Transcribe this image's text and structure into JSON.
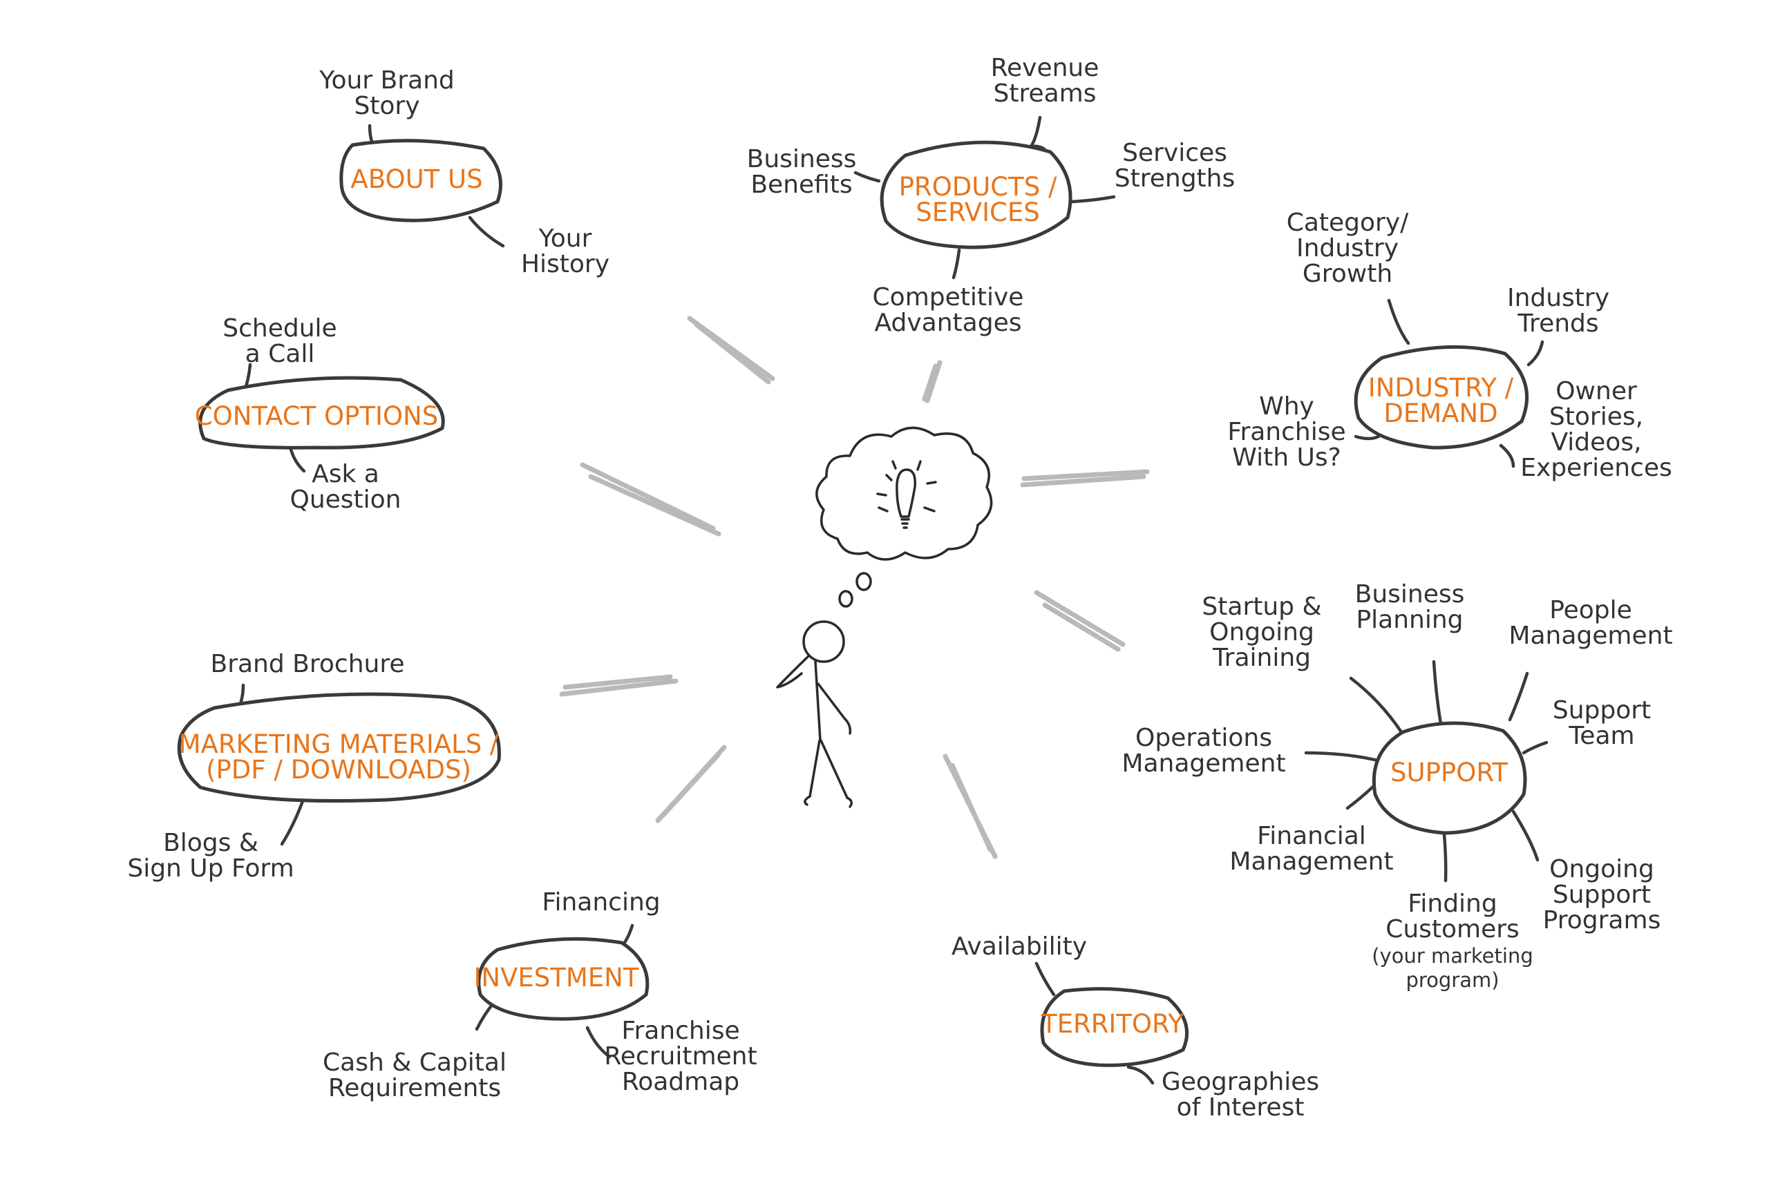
{
  "colors": {
    "accent": "#e8751a",
    "text": "#333333",
    "stroke": "#3a3a3a",
    "rays": "#b9b9b9"
  },
  "icons": {
    "center": "thinking-person-icon",
    "idea": "lightbulb-icon",
    "thought": "thought-cloud-icon"
  },
  "about": {
    "title": "ABOUT US",
    "brand_story": [
      "Your Brand",
      "Story"
    ],
    "history": [
      "Your",
      "History"
    ]
  },
  "products": {
    "title": [
      "PRODUCTS /",
      "SERVICES"
    ],
    "revenue": [
      "Revenue",
      "Streams"
    ],
    "benefits": [
      "Business",
      "Benefits"
    ],
    "strengths": [
      "Services",
      "Strengths"
    ],
    "advantages": [
      "Competitive",
      "Advantages"
    ]
  },
  "industry": {
    "title": [
      "INDUSTRY /",
      "DEMAND"
    ],
    "growth": [
      "Category/",
      "Industry",
      "Growth"
    ],
    "trends": [
      "Industry",
      "Trends"
    ],
    "why": [
      "Why",
      "Franchise",
      "With Us?"
    ],
    "owner": [
      "Owner",
      "Stories,",
      "Videos,",
      "Experiences"
    ]
  },
  "contact": {
    "title": "CONTACT OPTIONS",
    "schedule": [
      "Schedule",
      "a Call"
    ],
    "ask": [
      "Ask a",
      "Question"
    ]
  },
  "marketing": {
    "title": [
      "MARKETING MATERIALS /",
      "(PDF / DOWNLOADS)"
    ],
    "brochure": "Brand Brochure",
    "blogs": [
      "Blogs &",
      "Sign Up Form"
    ]
  },
  "support": {
    "title": "SUPPORT",
    "training": [
      "Startup &",
      "Ongoing",
      "Training"
    ],
    "planning": [
      "Business",
      "Planning"
    ],
    "people": [
      "People",
      "Management"
    ],
    "team": [
      "Support",
      "Team"
    ],
    "operations": [
      "Operations",
      "Management"
    ],
    "financial": [
      "Financial",
      "Management"
    ],
    "customers": [
      "Finding",
      "Customers"
    ],
    "customers_note": [
      "(your marketing",
      "program)"
    ],
    "programs": [
      "Ongoing",
      "Support",
      "Programs"
    ]
  },
  "investment": {
    "title": "INVESTMENT",
    "financing": "Financing",
    "cash": [
      "Cash & Capital",
      "Requirements"
    ],
    "roadmap": [
      "Franchise",
      "Recruitment",
      "Roadmap"
    ]
  },
  "territory": {
    "title": "TERRITORY",
    "availability": "Availability",
    "geographies": [
      "Geographies",
      "of Interest"
    ]
  }
}
